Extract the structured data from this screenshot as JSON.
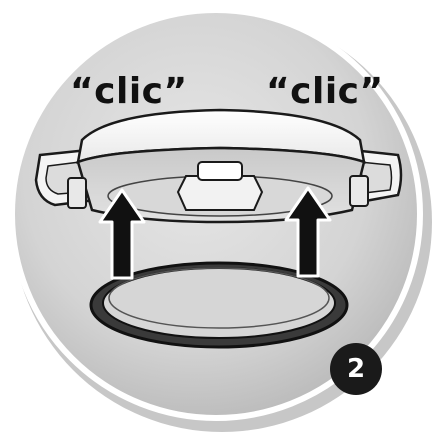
{
  "callouts": {
    "left": "“clic”",
    "right": "“clic”"
  },
  "step_number": "2",
  "colors": {
    "background_circle": "#d9d9d9",
    "outline": "#1a1a1a",
    "arrow": "#111111",
    "badge": "#1a1a1a",
    "lid": "#ffffff"
  },
  "icons": {
    "lid": "pressure-cooker-lid",
    "gasket": "sealing-ring",
    "arrows": "arrow-up"
  }
}
